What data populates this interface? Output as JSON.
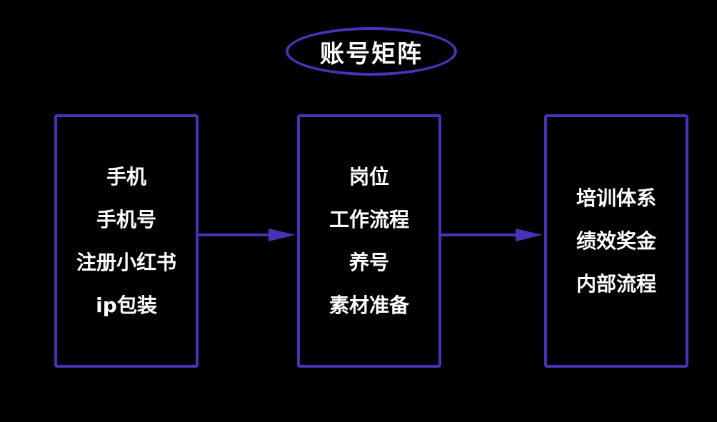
{
  "colors": {
    "background": "#000000",
    "accent": "#4b31b8",
    "text": "#ffffff"
  },
  "title": "账号矩阵",
  "boxes": [
    {
      "items": [
        "手机",
        "手机号",
        "注册小红书",
        "ip包装"
      ]
    },
    {
      "items": [
        "岗位",
        "工作流程",
        "养号",
        "素材准备"
      ]
    },
    {
      "items": [
        "培训体系",
        "绩效奖金",
        "内部流程"
      ]
    }
  ]
}
